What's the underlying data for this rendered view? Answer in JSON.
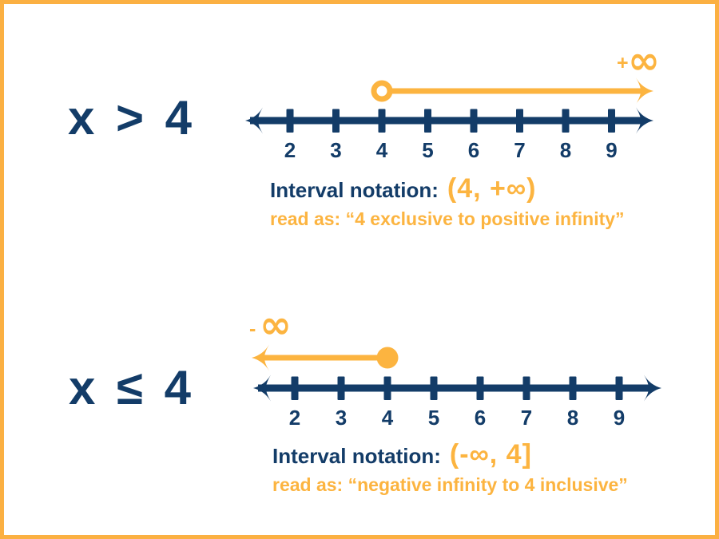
{
  "colors": {
    "navy": "#133c68",
    "gold": "#FCB440",
    "border": "#FBB042",
    "background": "#FFFFFF"
  },
  "sections": [
    {
      "id": "greater-than",
      "inequality": "x > 4",
      "number_line": {
        "tick_labels": [
          "2",
          "3",
          "4",
          "5",
          "6",
          "7",
          "8",
          "9"
        ],
        "highlight": {
          "start_value": "4",
          "endpoint_style": "open-circle",
          "direction": "right",
          "infinity_sign": "+",
          "infinity_symbol": "∞"
        }
      },
      "caption": {
        "label": "Interval notation:",
        "value": "(4, +∞)",
        "read_as": "read as: “4 exclusive to positive infinity”"
      }
    },
    {
      "id": "less-than-or-equal",
      "inequality": "x ≤ 4",
      "number_line": {
        "tick_labels": [
          "2",
          "3",
          "4",
          "5",
          "6",
          "7",
          "8",
          "9"
        ],
        "highlight": {
          "start_value": "4",
          "endpoint_style": "filled-circle",
          "direction": "left",
          "infinity_sign": "-",
          "infinity_symbol": "∞"
        }
      },
      "caption": {
        "label": "Interval notation:",
        "value": "(-∞, 4]",
        "read_as": "read as: “negative infinity to 4 inclusive”"
      }
    }
  ]
}
